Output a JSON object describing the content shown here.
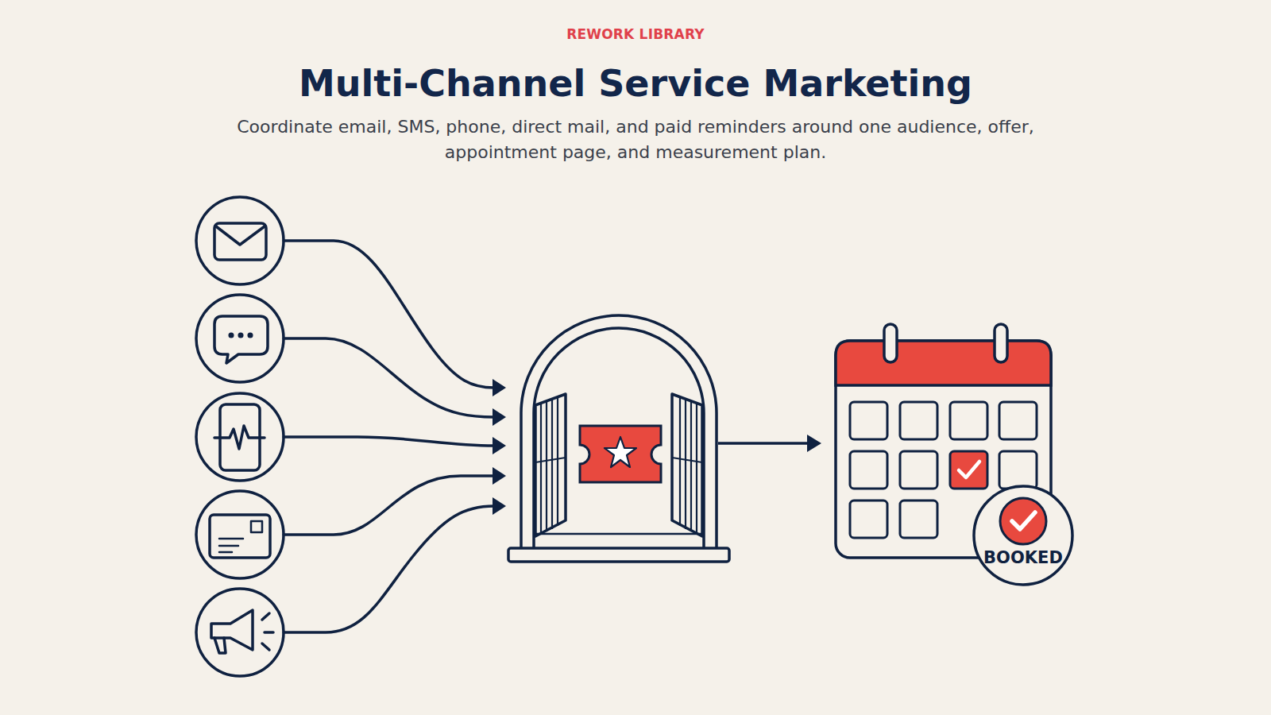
{
  "diagram": {
    "title": "Multi-Channel Service Marketing",
    "caption": "Coordinate email, SMS, phone, direct mail, and paid reminders around one audience, offer, appointment page, and measurement plan.",
    "nodes": [
      {
        "text": [
          "BOOKED"
        ]
      }
    ],
    "labels": [
      "REWORK LIBRARY"
    ]
  }
}
